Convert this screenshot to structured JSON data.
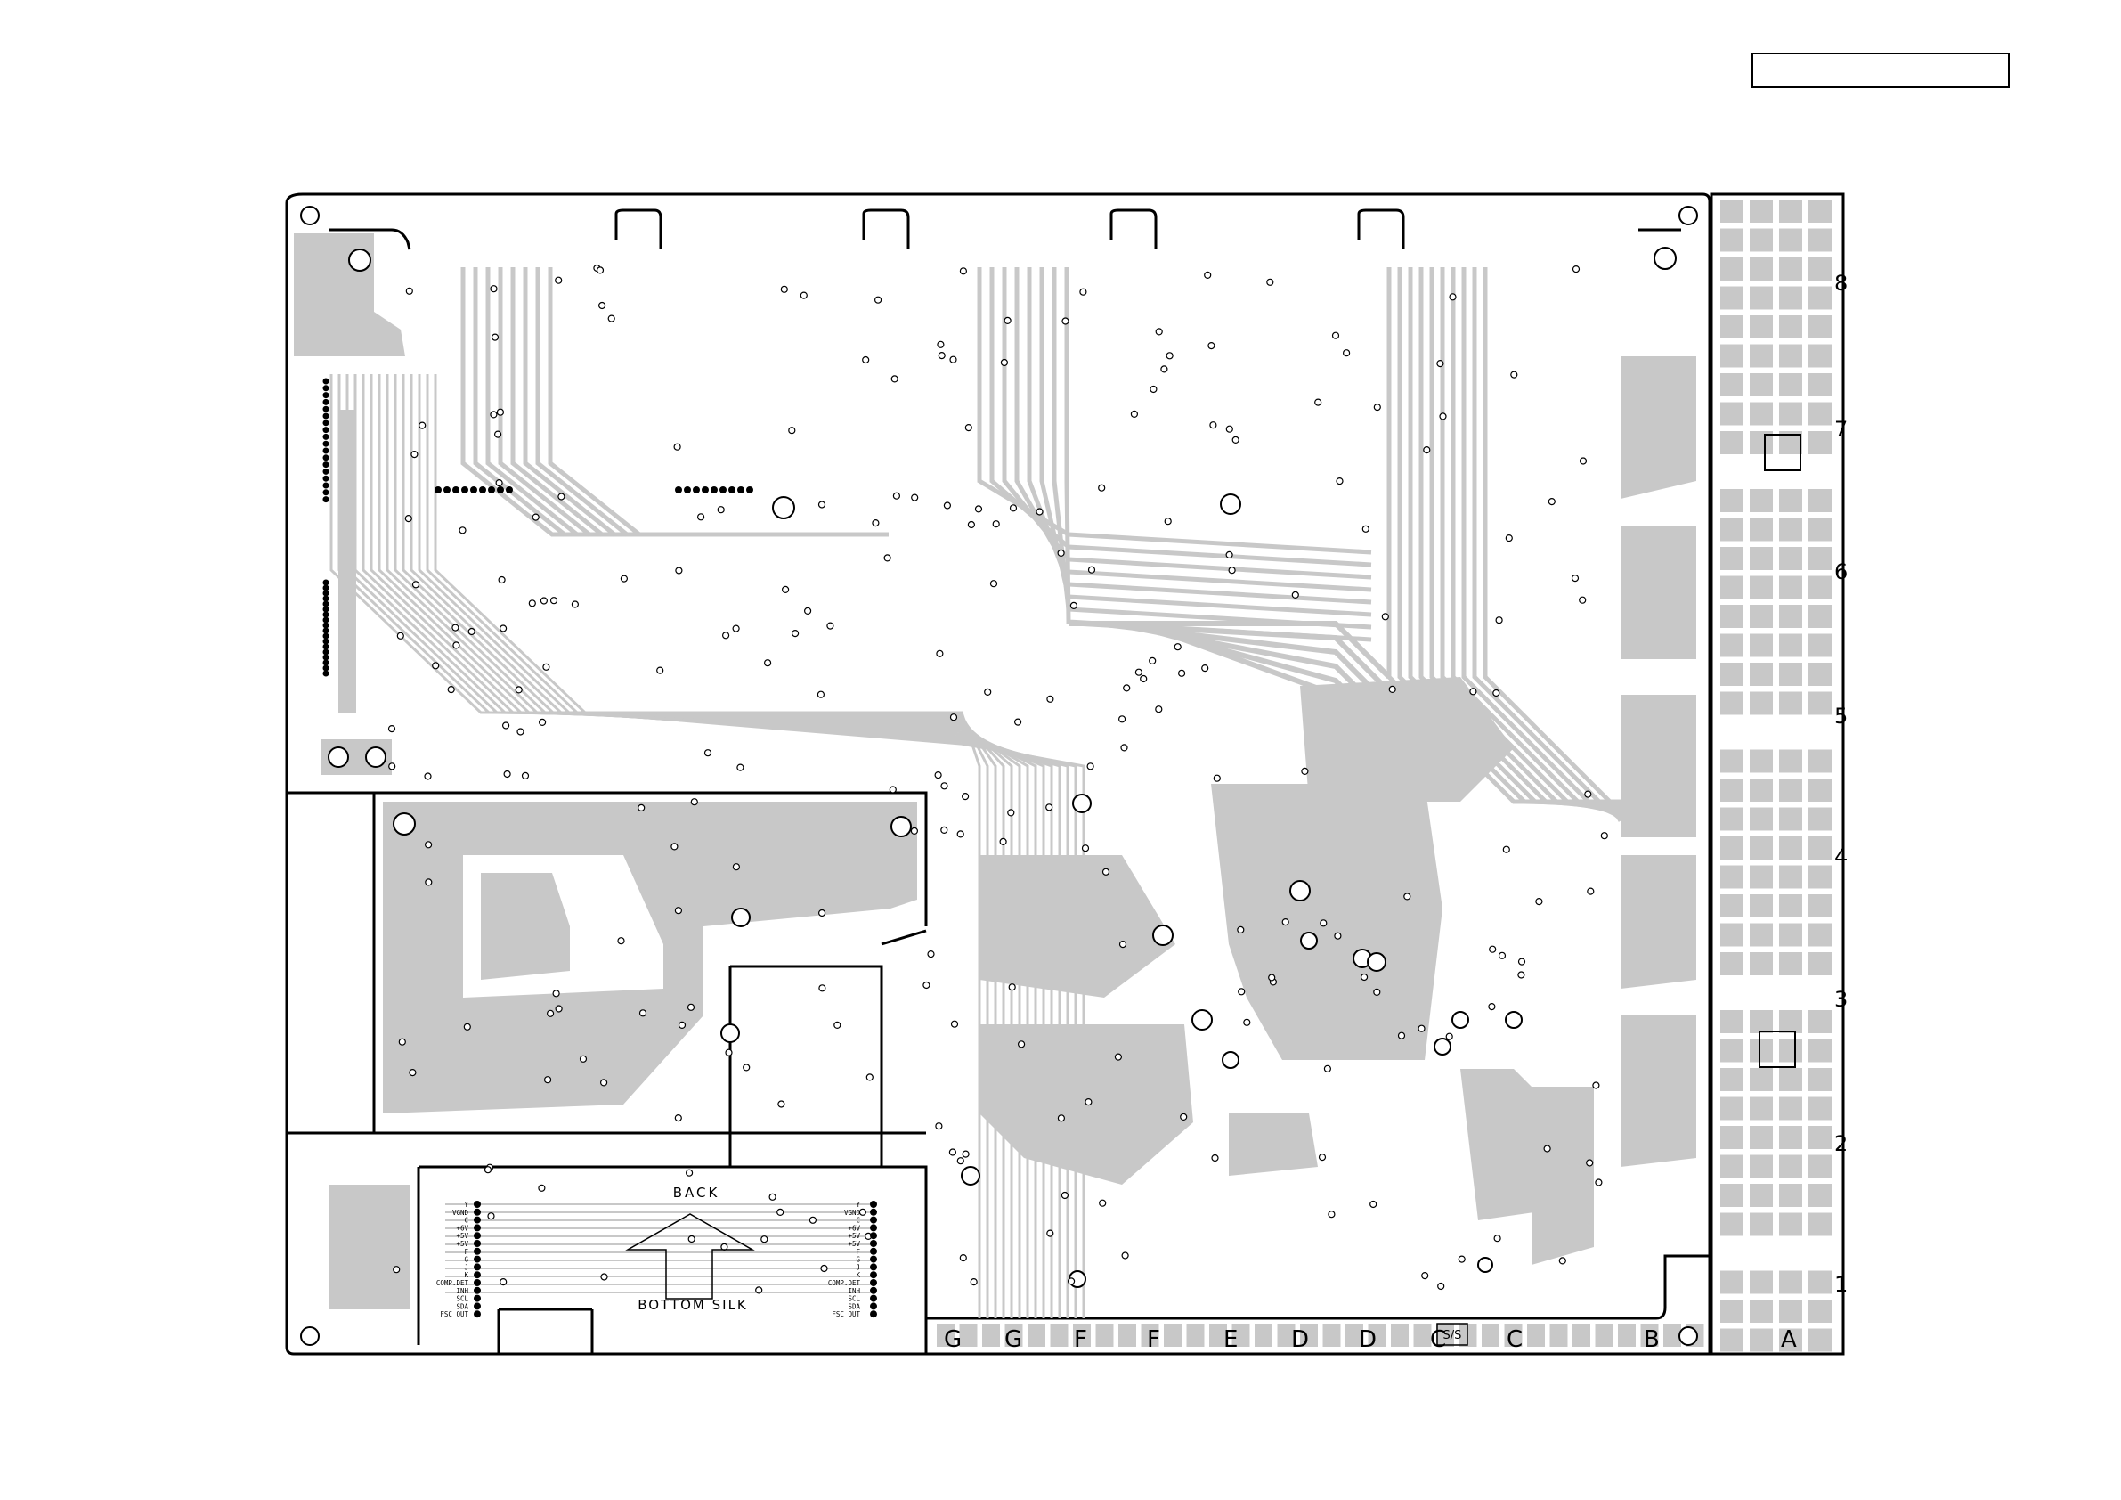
{
  "title_box_text": "",
  "column_letters": [
    "G",
    "G",
    "F",
    "F",
    "E",
    "D",
    "D",
    "C",
    "C",
    "B",
    "A"
  ],
  "row_numbers": [
    "8",
    "7",
    "6",
    "5",
    "4",
    "3",
    "2",
    "1"
  ],
  "silk": {
    "back": "BACK",
    "bottom_silk": "BOTTOM SILK",
    "ss_mark": "S/S"
  },
  "connector_left_labels": [
    "Y",
    "VGND",
    "C",
    "+6V",
    "+5V",
    "+5V",
    "F",
    "G",
    "J",
    "K",
    "COMP.DET",
    "INH",
    "SCL",
    "SDA",
    "FSC OUT"
  ],
  "connector_right_labels": [
    "Y",
    "VGND",
    "C",
    "+6V",
    "+5V",
    "+5V",
    "F",
    "G",
    "J",
    "K",
    "COMP.DET",
    "INH",
    "SCL",
    "SDA",
    "FSC OUT"
  ],
  "colors": {
    "copper": "#c8c8c8",
    "outline": "#000000",
    "background": "#ffffff"
  }
}
